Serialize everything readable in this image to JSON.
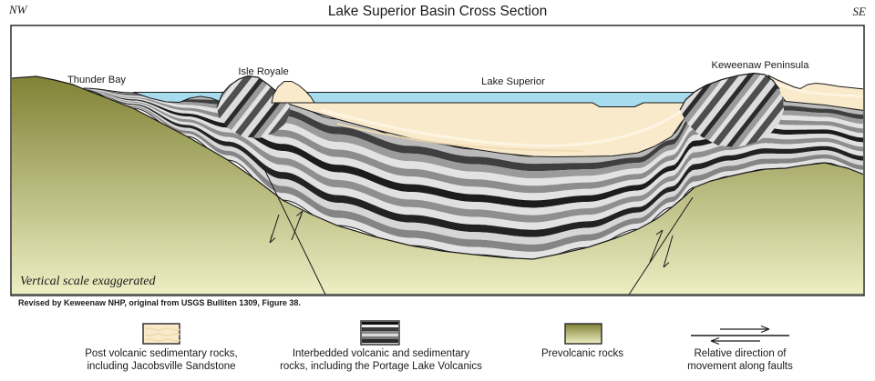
{
  "title": "Lake Superior Basin Cross Section",
  "corner": {
    "nw": "NW",
    "se": "SE"
  },
  "labels": {
    "thunder_bay": "Thunder Bay",
    "isle_royale": "Isle Royale",
    "lake_superior": "Lake Superior",
    "keweenaw": "Keweenaw Peninsula"
  },
  "notes": {
    "scale": "Vertical scale exaggerated",
    "attribution": "Revised by Keweenaw NHP, original from USGS Bulliten 1309, Figure 38."
  },
  "legend": [
    {
      "line1": "Post volcanic sedimentary rocks,",
      "line2": "including Jacobsville Sandstone"
    },
    {
      "line1": "Interbedded volcanic and sedimentary",
      "line2": "rocks, including the Portage Lake Volcanics"
    },
    {
      "line1": "Prevolcanic rocks",
      "line2": ""
    },
    {
      "line1": "Relative direction of",
      "line2": "movement along faults"
    }
  ],
  "colors": {
    "outline": "#1a1a1a",
    "border": "#2a2a2a",
    "water": "#a7dbee",
    "cream": "#faeacc",
    "cream_streak_light": "#fdf5e4",
    "cream_streak_dark": "#f0dcb2",
    "green_top": "#7f8134",
    "green_bottom": "#eeefc4",
    "band_sequence": [
      "#b9b9b9",
      "#3f3f3f",
      "#9b9b9b",
      "#e3e3e3",
      "#8d8d8d",
      "#e3e3e3",
      "#1c1c1c",
      "#e0e0e0",
      "#8f8f8f",
      "#e3e3e3",
      "#222222",
      "#d6d6d6",
      "#858585",
      "#e3e3e3"
    ],
    "diag_stripes": [
      "#dcdcdc",
      "#2b2b2b",
      "#9a9a9a",
      "#e3e3e3",
      "#4f4f4f"
    ],
    "legend_stripes": [
      "#111111",
      "#ededed",
      "#3a3a3a",
      "#8a8a8a",
      "#d9d9d9",
      "#777777",
      "#2a2a2a",
      "#cfcfcf"
    ]
  }
}
